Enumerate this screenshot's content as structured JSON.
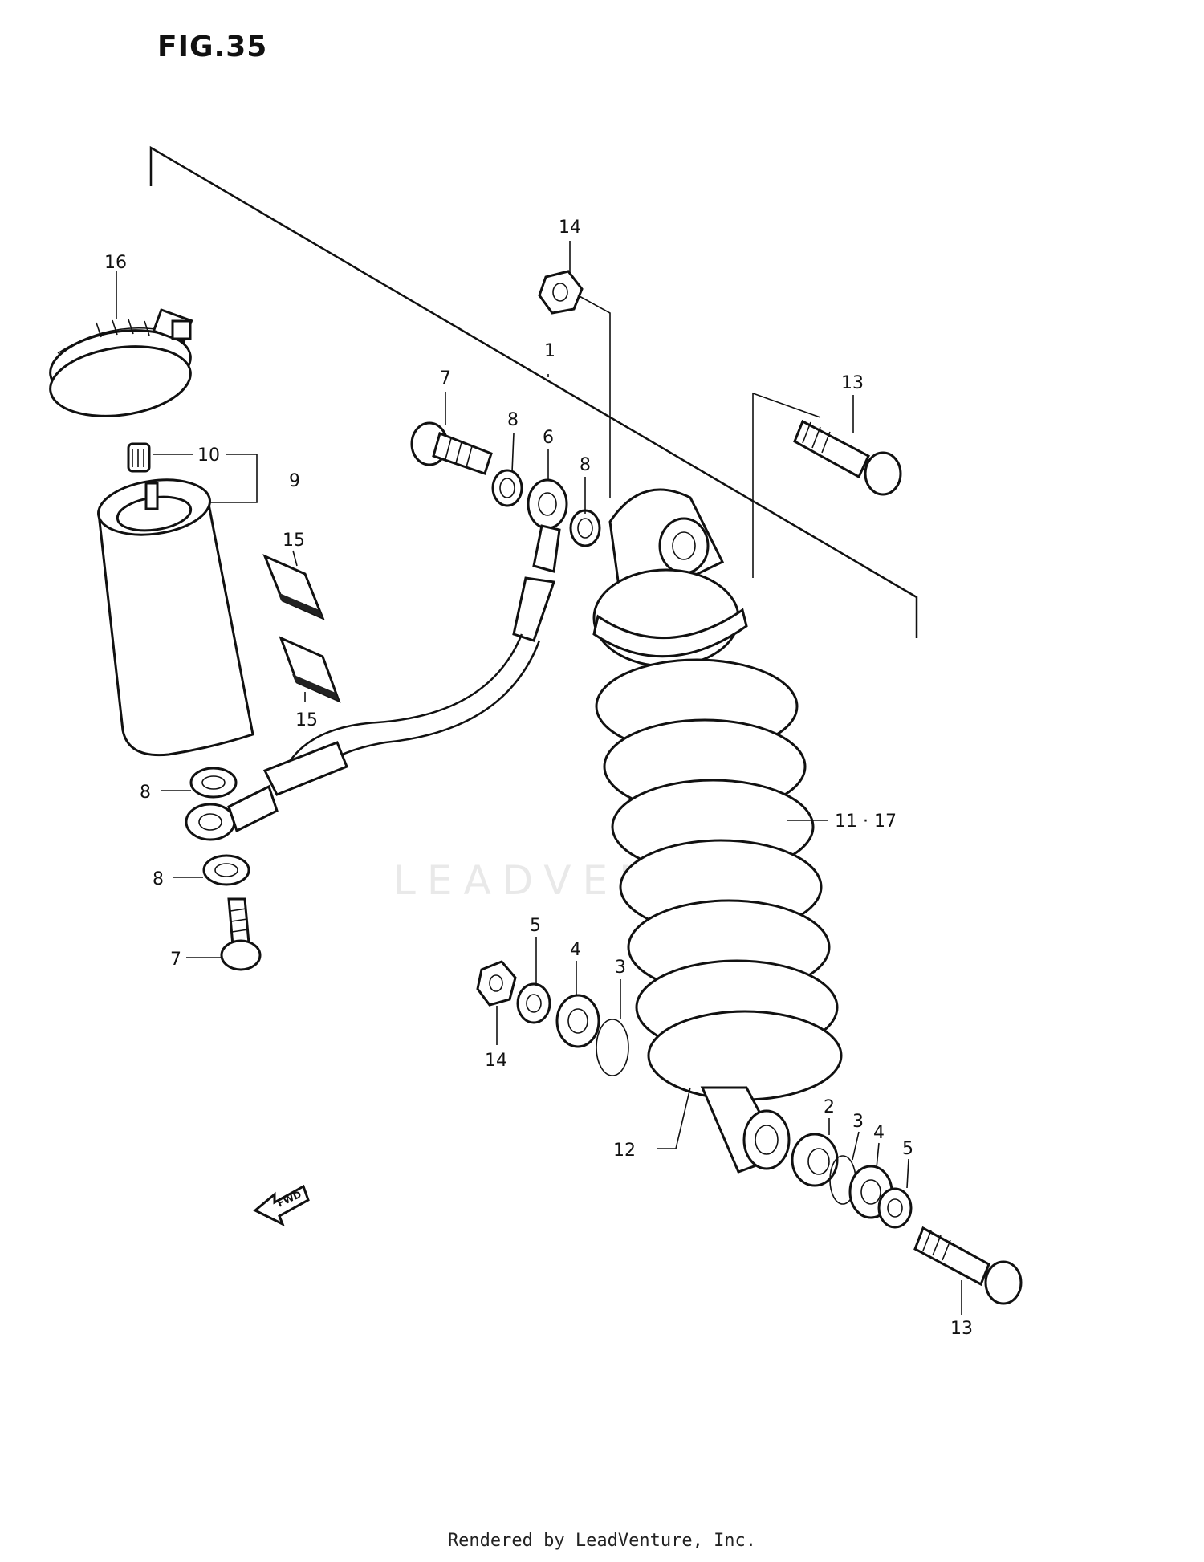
{
  "figure_title": "FIG.35",
  "watermark": "LEADVENTURE",
  "footer": "Rendered by LeadVenture, Inc.",
  "fwd_label": "FWD",
  "callouts": {
    "c1": "1",
    "c2": "2",
    "c3a": "3",
    "c3b": "3",
    "c4a": "4",
    "c4b": "4",
    "c5a": "5",
    "c5b": "5",
    "c6": "6",
    "c7a": "7",
    "c7b": "7",
    "c8a": "8",
    "c8b": "8",
    "c8c": "8",
    "c8d": "8",
    "c9": "9",
    "c10": "10",
    "c11": "11 · 17",
    "c12": "12",
    "c13a": "13",
    "c13b": "13",
    "c14a": "14",
    "c14b": "14",
    "c15a": "15",
    "c15b": "15",
    "c16": "16"
  }
}
